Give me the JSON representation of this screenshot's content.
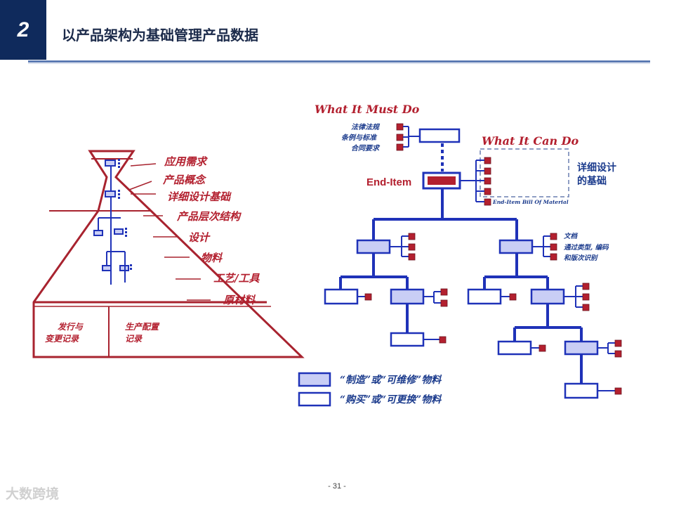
{
  "slide": {
    "number": "2",
    "title": "以产品架构为基础管理产品数据",
    "page": "- 31 -",
    "watermark": "大数跨境"
  },
  "pyramid": {
    "labels": [
      "应用需求",
      "产品概念",
      "详细设计基础",
      "产品层次结构",
      "设计",
      "物料",
      "工艺/工具",
      "原材料"
    ],
    "bottom_left": [
      "发行与",
      "变更记录"
    ],
    "bottom_right": [
      "生产配置",
      "记录"
    ]
  },
  "tree": {
    "must_do_title": "What It Must Do",
    "must_do_items": [
      "法律法规",
      "条例与标准",
      "合同要求"
    ],
    "can_do_title": "What It Can Do",
    "can_do_note": [
      "详细设计",
      "的基础"
    ],
    "end_item": "End-Item",
    "bom_label": "End-Item Bill Of Material",
    "side_notes": [
      "文档",
      "通过类型, 编码",
      "和版次识别"
    ],
    "legend": [
      {
        "label": "“制造”或“可维修”物料"
      },
      {
        "label": "“购买”或“可更换”物料"
      }
    ]
  },
  "colors": {
    "navy": "#0f2a5c",
    "tree_blue": "#1f32b8",
    "accent_red": "#b3202f",
    "maker_fill": "#c9cef5"
  }
}
